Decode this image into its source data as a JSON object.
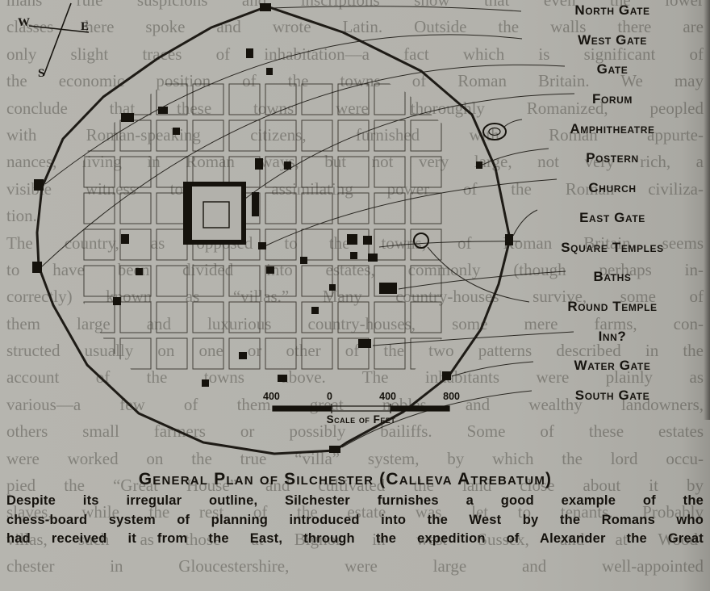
{
  "page": {
    "background_color": "#b3b2ac",
    "ink_color": "#15120c"
  },
  "ghost_text": {
    "lines": [
      "mans rule suspicions and inscriptions show that even the lower",
      "classes here spoke and wrote Latin. Outside the walls there are",
      "only slight traces of inhabitation—a fact which is significant of",
      "the economic position of the towns of Roman Britain. We may",
      "conclude that these towns were thoroughly Romanized, peopled",
      "with Roman-speaking citizens, furnished with Roman appurte-",
      "nances, living in Roman ways, but not very large, not very rich, a",
      "visible witness to the assimilating power of the Roman civiliza-",
      "tion.",
      "The country, as opposed to the towns, of Roman Britain seems",
      "to have been divided into estates, commonly (though perhaps in-",
      "correctly) known as “villas.” Many country-houses survive, some of",
      "them large and luxurious country-houses, some mere farms, con-",
      "structed usually on one or other of the two patterns described in the",
      "account of the towns above. The inhabitants were plainly as",
      "various—a few of them great nobles and wealthy landowners,",
      "others small farmers or possibly bailiffs. Some of these estates",
      "were worked on the true “villa” system, by which the lord occu-",
      "pied the “Great House” and cultivated the land close about it by",
      "slaves, while the rest of the estate was let to tenants. Probably",
      "villas, such as those at Bignor in west Sussex, and at Wood-",
      "chester in Gloucestershire, were large and well-appointed"
    ]
  },
  "compass": {
    "west": "W",
    "east": "E",
    "south": "S"
  },
  "legend": {
    "items": [
      "North Gate",
      "West Gate",
      "Gate",
      "Forum",
      "Amphitheatre",
      "Postern",
      "Church",
      "East Gate",
      "Square Temples",
      "Baths",
      "Round Temple",
      "Inn?",
      "Water Gate",
      "South Gate"
    ]
  },
  "scale": {
    "label": "Scale of Feet",
    "ticks": [
      "400",
      "0",
      "400",
      "800"
    ]
  },
  "title": "General Plan of Silchester (Calleva Atrebatum)",
  "caption": {
    "lines": [
      "Despite its irregular outline, Silchester furnishes a good example of the",
      "chess-board system of planning introduced into the West by the Romans who",
      "had received it from the East, through the expedition of Alexander the Great"
    ]
  }
}
